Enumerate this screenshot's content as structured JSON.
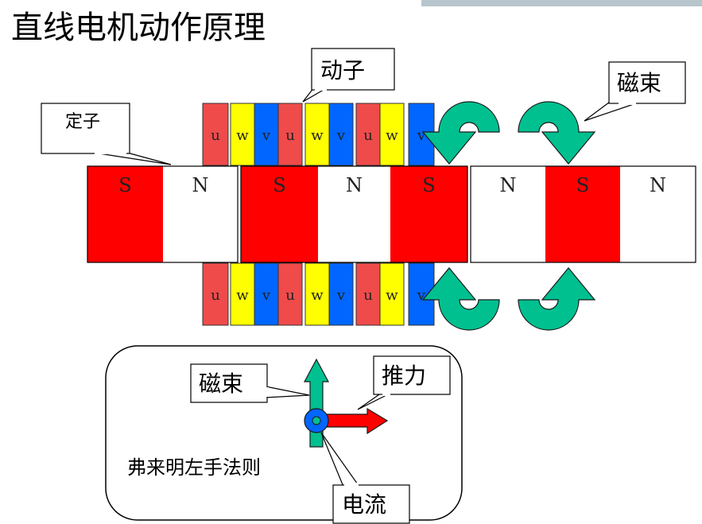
{
  "title": "直线电机动作原理",
  "callouts": {
    "mover": "动子",
    "stator": "定子",
    "flux_top": "磁束",
    "flux_box": "磁束",
    "thrust": "推力",
    "current": "电流"
  },
  "rule_label": "弗来明左手法则",
  "coil_sequence": [
    "u",
    "w",
    "v",
    "u",
    "w",
    "v",
    "u",
    "w",
    "v"
  ],
  "magnet_poles": [
    "S",
    "N",
    "S",
    "N",
    "S",
    "N",
    "S",
    "N"
  ],
  "colors": {
    "title": "#ee2b2b",
    "u": "#ef4b4b",
    "w": "#ffff00",
    "v": "#0066ff",
    "pole_S": "#ff0000",
    "pole_N": "#ffffff",
    "flux_arrow": "#00c090",
    "thrust_arrow": "#ff0000",
    "current": "#0066ff"
  },
  "icons": {
    "curved_arrow": "curved-arrow-icon",
    "flux_arrow": "up-arrow-icon",
    "thrust_arrow": "right-arrow-icon",
    "current_symbol": "current-dot-icon"
  }
}
